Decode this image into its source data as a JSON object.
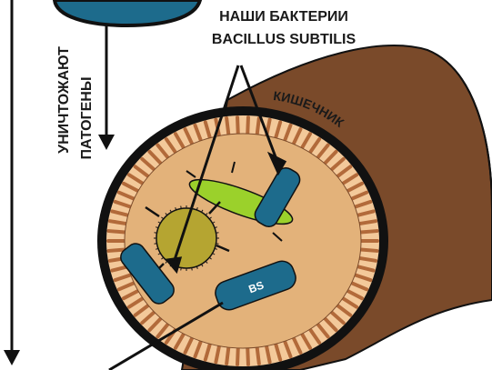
{
  "labels": {
    "bacteria_line1": "НАШИ БАКТЕРИИ",
    "bacteria_line2": "BACILLUS SUBTILIS",
    "destroy_line1": "УНИЧТОЖАЮТ",
    "destroy_line2": "ПАТОГЕНЫ",
    "intestine": "КИШЕЧНИК",
    "bs": "BS"
  },
  "colors": {
    "intestine_outer": "#7a4a2a",
    "intestine_lumen": "#e3b27a",
    "villi": "#f3c99a",
    "wall": "#111111",
    "bacteria": "#1d6b8c",
    "pathogen_spiky": "#b5a531",
    "pathogen_green": "#9bd12b",
    "text": "#1a1a1a"
  },
  "icons": {
    "bacterium": "rod-bacterium-icon",
    "pathogen": "spiky-pathogen-icon",
    "arrow": "arrow-down-icon"
  }
}
